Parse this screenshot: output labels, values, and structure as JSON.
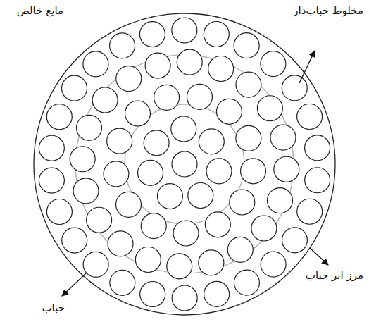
{
  "diagram": {
    "labels": [
      "مایع خالص",
      "مخلوط حباب‌دار",
      "مرز ابر حباب",
      "حباب"
    ]
  }
}
